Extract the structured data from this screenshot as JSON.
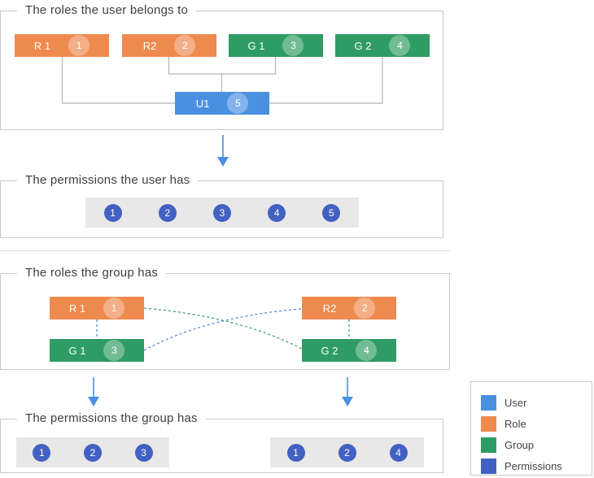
{
  "colors": {
    "user": "#4a90e0",
    "role": "#ee8a4e",
    "group": "#2e9c64",
    "permission": "#4361c2",
    "arrow": "#4a90e2",
    "link_blue": "#5b8dd6",
    "link_green": "#3da06b",
    "connector_gray": "#b4b4b4"
  },
  "panels": {
    "user_roles": {
      "title": "The roles the user belongs to",
      "nodes": {
        "r1": {
          "label": "R 1",
          "badge": "1"
        },
        "r2": {
          "label": "R2",
          "badge": "2"
        },
        "g1": {
          "label": "G 1",
          "badge": "3"
        },
        "g2": {
          "label": "G 2",
          "badge": "4"
        },
        "u1": {
          "label": "U1",
          "badge": "5"
        }
      }
    },
    "user_permissions": {
      "title": "The permissions the user has",
      "items": [
        "1",
        "2",
        "3",
        "4",
        "5"
      ]
    },
    "group_roles": {
      "title": "The roles the group has",
      "nodes": {
        "r1": {
          "label": "R 1",
          "badge": "1"
        },
        "r2": {
          "label": "R2",
          "badge": "2"
        },
        "g1": {
          "label": "G 1",
          "badge": "3"
        },
        "g2": {
          "label": "G 2",
          "badge": "4"
        }
      }
    },
    "group_permissions": {
      "title": "The permissions the group has",
      "group1_items": [
        "1",
        "2",
        "3"
      ],
      "group2_items": [
        "1",
        "2",
        "4"
      ]
    }
  },
  "legend": {
    "items": [
      {
        "label": "User",
        "color": "#4a90e0"
      },
      {
        "label": "Role",
        "color": "#ee8a4e"
      },
      {
        "label": "Group",
        "color": "#2e9c64"
      },
      {
        "label": "Permissions",
        "color": "#4361c2"
      }
    ]
  }
}
